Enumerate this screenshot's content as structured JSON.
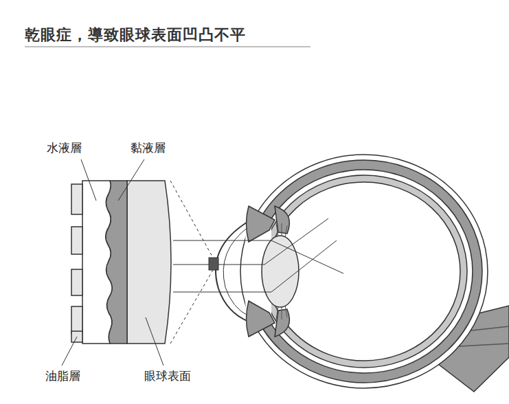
{
  "diagram": {
    "title": "乾眼症，導致眼球表面凹凸不平",
    "labels": [
      "水液層",
      "黏液層",
      "油脂層",
      "眼球表面"
    ]
  }
}
